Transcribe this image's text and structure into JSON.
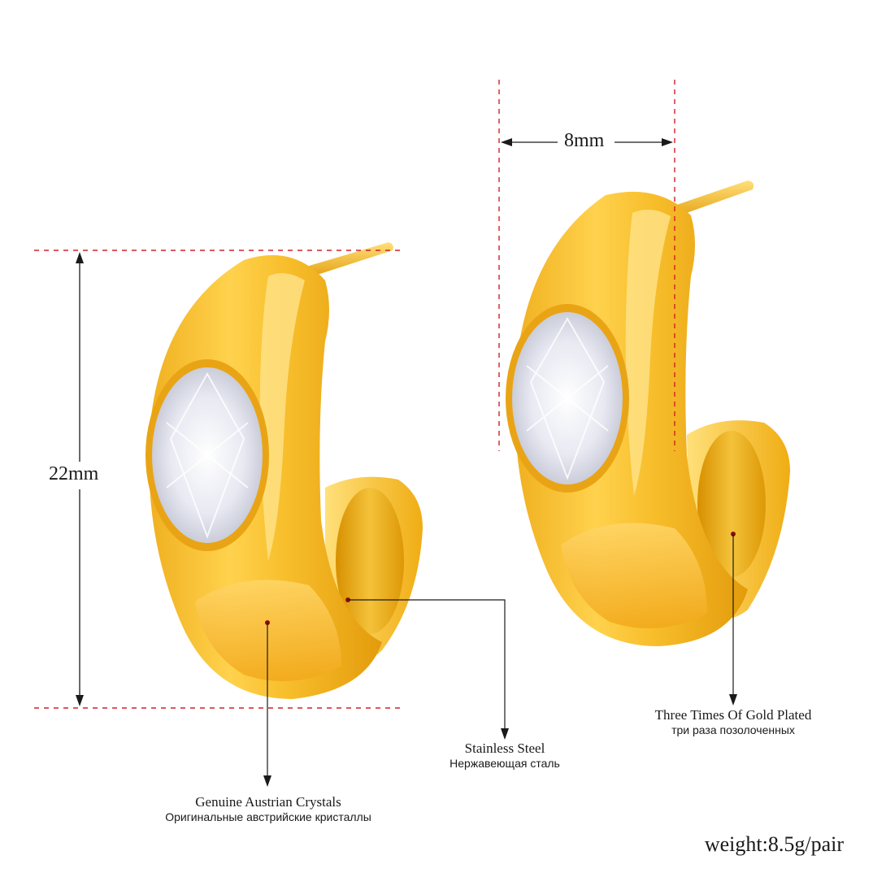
{
  "product": {
    "dimensions": {
      "height_label": "22mm",
      "width_label": "8mm"
    },
    "callouts": {
      "crystals": {
        "en": "Genuine Austrian Crystals",
        "ru": "Оригинальные австрийские кристаллы"
      },
      "steel": {
        "en": "Stainless Steel",
        "ru": "Нержавеющая сталь"
      },
      "plating": {
        "en": "Three Times Of Gold Plated",
        "ru": "три раза позолоченных"
      }
    },
    "weight": "weight:8.5g/pair"
  },
  "colors": {
    "gold_light": "#ffd766",
    "gold_mid": "#f2b21a",
    "gold_dark": "#d98a00",
    "guide_red": "#d0202a",
    "callout_dot": "#8b1010",
    "background": "#ffffff"
  }
}
